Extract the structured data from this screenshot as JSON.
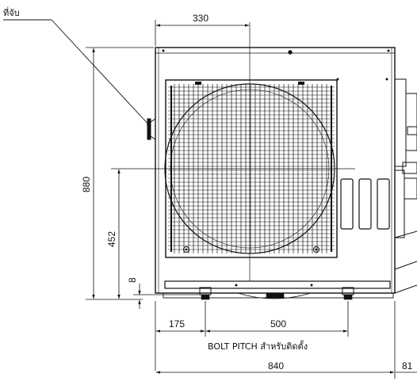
{
  "callout": {
    "handle_label": "ที่จับ"
  },
  "dimensions": {
    "fan_center_offset": "330",
    "overall_height": "880",
    "fan_center_height": "452",
    "foot_height": "8",
    "foot_left_offset": "175",
    "bolt_pitch": "500",
    "bolt_pitch_label": "BOLT PITCH สำหรับติดตั้ง",
    "overall_width": "840",
    "side_protrusion": "81"
  },
  "colors": {
    "line": "#111111",
    "background": "#ffffff"
  }
}
